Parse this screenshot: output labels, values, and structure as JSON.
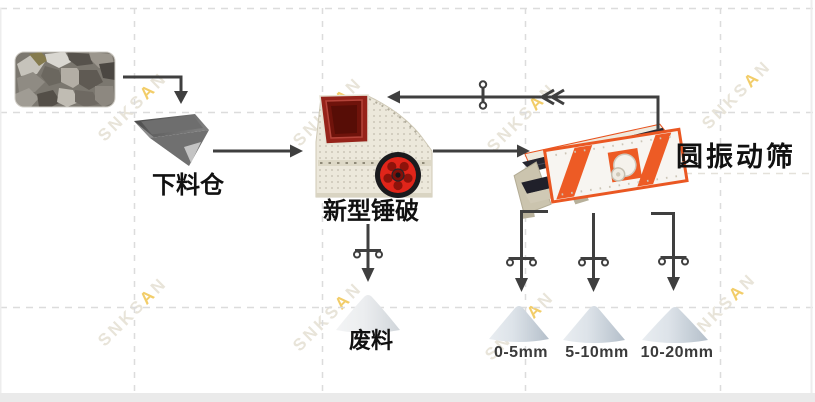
{
  "watermark": {
    "prefix": "SNKS",
    "accent": "A",
    "suffix": "N"
  },
  "labels": {
    "hopper": "下料仓",
    "crusher": "新型锤破",
    "screen": "圆振动筛",
    "waste": "废料"
  },
  "products": [
    {
      "label": "0-5mm"
    },
    {
      "label": "5-10mm"
    },
    {
      "label": "10-20mm"
    }
  ],
  "colors": {
    "flow_line": "#3f3f3f",
    "screen_orange": "#ed5b25",
    "flywheel_red": "#e0251a",
    "inlet_red": "#6f130b",
    "grid_dash": "#dcdcdc",
    "watermark_gray": "#e8e4d9",
    "watermark_yellow": "#f2cd69"
  }
}
